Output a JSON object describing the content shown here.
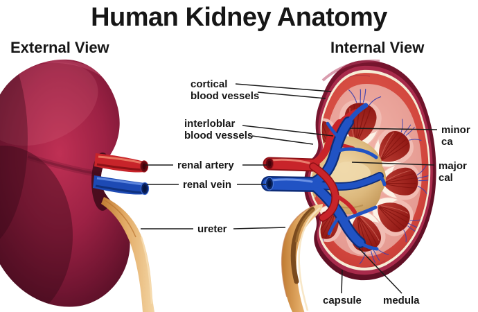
{
  "title": "Human Kidney Anatomy",
  "sections": {
    "external_view": "External View",
    "internal_view": "Internal View"
  },
  "labels": {
    "cortical_blood_vessels": "cortical\nblood vessels",
    "interlobular_blood_vessels": "interloblar\nblood vessels",
    "renal_artery": "renal artery",
    "renal_vein": "renal vein",
    "ureter": "ureter",
    "minor_calyx": "minor ca",
    "major_calyx": "major cal",
    "capsule": "capsule",
    "medulla": "medula"
  },
  "colors": {
    "background": "#ffffff",
    "text": "#161616",
    "leader_line": "#1a1a1a",
    "kidney_crimson": "#a32347",
    "kidney_dark_maroon": "#400a1c",
    "capsule_rim": "#6d1229",
    "cream_ring": "#f6ecd6",
    "cortex_red": "#d2463d",
    "interior_pink": "#eba69d",
    "pyramid_red": "#a8211c",
    "calyx_pink": "#f1bcb3",
    "pelvis_gold": "#dcb87c",
    "artery_red": "#c8242a",
    "vein_blue": "#1d4ab4",
    "ureter_tan": "#e3ab66"
  }
}
